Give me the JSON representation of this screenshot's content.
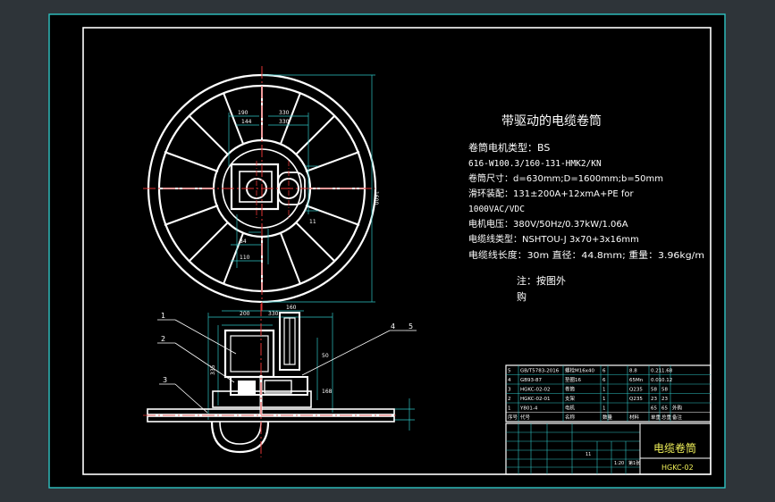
{
  "drawing": {
    "title": "带驱动的电缆卷筒",
    "specs": [
      "卷筒电机类型：BS",
      "616-W100.3/160-131-HMK2/KN",
      "卷筒尺寸：d=630mm;D=1600mm;b=50mm",
      "滑环装配：131±200A+12xmA+PE for",
      "1000VAC/VDC",
      "电机电压：380V/50Hz/0.37kW/1.06A",
      "电缆线类型：NSHTOU-J 3x70+3x16mm",
      "电缆线长度：30m  直径：44.8mm;  重量：3.96kg/m"
    ],
    "note": [
      "注：按图外",
      "购"
    ],
    "balloons": [
      "1",
      "2",
      "3",
      "4",
      "5"
    ],
    "dims": {
      "top_left_a": "190",
      "top_left_b": "144",
      "top_right_a": "330",
      "top_right_b": "330",
      "right_vertical": "1600",
      "mid_a": "11",
      "mid_b": "84",
      "mid_c": "110",
      "side_top_a": "200",
      "side_top_b": "160",
      "side_top_c": "330",
      "side_left": "335",
      "side_right_a": "50",
      "side_right_b": "168"
    }
  },
  "parts_table": {
    "rows": [
      {
        "no": "5",
        "code": "GB/T5783-2016",
        "name": "螺栓M16x40",
        "qty": "6",
        "mat": "8.8",
        "w1": "0.21",
        "w2": "1.68",
        "note": ""
      },
      {
        "no": "4",
        "code": "GB93-87",
        "name": "垫圈16",
        "qty": "6",
        "mat": "65Mn",
        "w1": "0.01",
        "w2": "0.12",
        "note": ""
      },
      {
        "no": "3",
        "code": "HGKC-02-02",
        "name": "卷筒",
        "qty": "1",
        "mat": "Q235",
        "w1": "58",
        "w2": "58",
        "note": ""
      },
      {
        "no": "2",
        "code": "HGKC-02-01",
        "name": "支架",
        "qty": "1",
        "mat": "Q235",
        "w1": "23",
        "w2": "23",
        "note": ""
      },
      {
        "no": "1",
        "code": "Y801-4",
        "name": "电机",
        "qty": "1",
        "mat": "",
        "w1": "65",
        "w2": "65",
        "note": "外购"
      },
      {
        "no": "序号",
        "code": "代号",
        "name": "名称",
        "qty": "数量",
        "mat": "材料",
        "w1": "单重",
        "w2": "总重",
        "note": "备注"
      }
    ],
    "title_block": {
      "drawing_name": "电缆卷筒",
      "drawing_code": "HGKC-02",
      "scale": "1:20",
      "sheet": "第1张",
      "weight": "11"
    }
  }
}
